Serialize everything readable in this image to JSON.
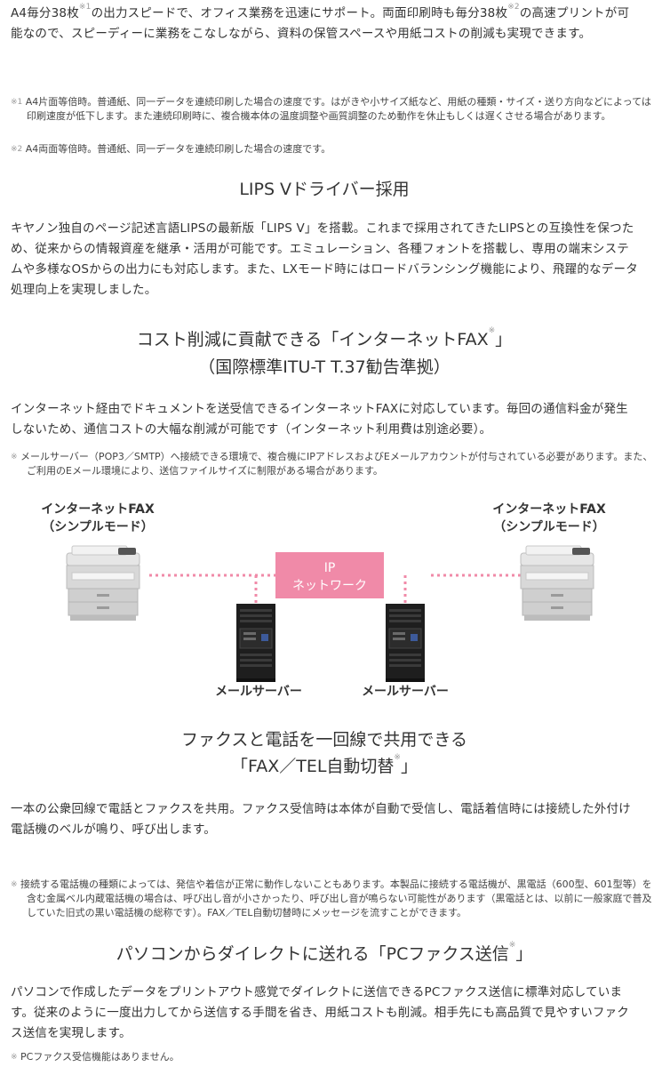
{
  "s1": {
    "p_a": "A4毎分38枚",
    "p_sup1": "※1",
    "p_b": "の出力スピードで、オフィス業務を迅速にサポート。両面印刷時も毎分38枚",
    "p_sup2": "※2",
    "p_c": "の高速プリントが可能なので、スピーディーに業務をこなしながら、資料の保管スペースや用紙コストの削減も実現できます。",
    "n1_mark": "※1",
    "n1": "A4片面等倍時。普通紙、同一データを連続印刷した場合の速度です。はがきや小サイズ紙など、用紙の種類・サイズ・送り方向などによっては印刷速度が低下します。また連続印刷時に、複合機本体の温度調整や画質調整のため動作を休止もしくは遅くさせる場合があります。",
    "n2_mark": "※2",
    "n2": "A4両面等倍時。普通紙、同一データを連続印刷した場合の速度です。"
  },
  "s2": {
    "heading": "LIPS Vドライバー採用",
    "para": "キヤノン独自のページ記述言語LIPSの最新版「LIPS V」を搭載。これまで採用されてきたLIPSとの互換性を保つため、従来からの情報資産を継承・活用が可能です。エミュレーション、各種フォントを搭載し、専用の端末システムや多様なOSからの出力にも対応します。また、LXモード時にはロードバランシング機能により、飛躍的なデータ処理向上を実現しました。"
  },
  "s3": {
    "heading1": "コスト削減に貢献できる「インターネットFAX",
    "heading1_sup": "※",
    "heading1_end": "」",
    "heading2": "（国際標準ITU-T T.37勧告準拠）",
    "para": "インターネット経由でドキュメントを送受信できるインターネットFAXに対応しています。毎回の通信料金が発生しないため、通信コストの大幅な削減が可能です（インターネット利用費は別途必要）。",
    "note_mark": "※",
    "note": "メールサーバー（POP3／SMTP）へ接続できる環境で、複合機にIPアドレスおよびEメールアカウントが付与されている必要があります。また、ご利用のEメール環境により、送信ファイルサイズに制限がある場合があります。"
  },
  "diagram": {
    "left_label1": "インターネットFAX",
    "left_label2": "（シンプルモード）",
    "right_label1": "インターネットFAX",
    "right_label2": "（シンプルモード）",
    "network_line1": "IP",
    "network_line2": "ネットワーク",
    "server_left": "メールサーバー",
    "server_right": "メールサーバー",
    "pink": "#f08aa8",
    "server_color": "#1e1e1e"
  },
  "s4": {
    "heading1": "ファクスと電話を一回線で共用できる",
    "heading2": "「FAX／TEL自動切替",
    "heading2_sup": "※",
    "heading2_end": "」",
    "para": "一本の公衆回線で電話とファクスを共用。ファクス受信時は本体が自動で受信し、電話着信時には接続した外付け電話機のベルが鳴り、呼び出します。",
    "note_mark": "※",
    "note": "接続する電話機の種類によっては、発信や着信が正常に動作しないこともあります。本製品に接続する電話機が、黒電話（600型、601型等）を含む金属ベル内蔵電話機の場合は、呼び出し音が小さかったり、呼び出し音が鳴らない可能性があります（黒電話とは、以前に一般家庭で普及していた旧式の黒い電話機の総称です）。FAX／TEL自動切替時にメッセージを流すことができます。"
  },
  "s5": {
    "heading": "パソコンからダイレクトに送れる「PCファクス送信",
    "heading_sup": "※",
    "heading_end": "」",
    "para": "パソコンで作成したデータをプリントアウト感覚でダイレクトに送信できるPCファクス送信に標準対応しています。従来のように一度出力してから送信する手間を省き、用紙コストも削減。相手先にも高品質で見やすいファクス送信を実現します。",
    "note_mark": "※",
    "note": "PCファクス受信機能はありません。"
  }
}
